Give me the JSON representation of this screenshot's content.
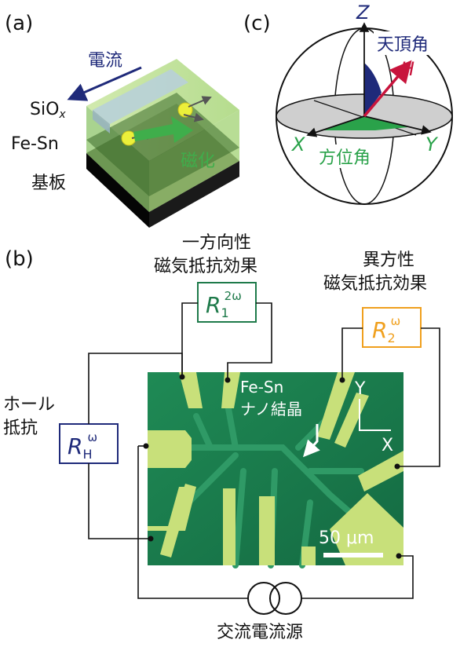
{
  "panels": {
    "a": {
      "label": "(a)",
      "current": "電流",
      "sio_x": "SiO",
      "sio_x_sub": "x",
      "fesn": "Fe-Sn",
      "substrate": "基板",
      "magnetization": "磁化"
    },
    "c": {
      "label": "(c)",
      "z": "Z",
      "x": "X",
      "y": "Y",
      "h": "H",
      "zenith": "天頂角",
      "azimuth": "方位角"
    },
    "b": {
      "label": "(b)",
      "umr_line1": "一方向性",
      "umr_line2": "磁気抵抗効果",
      "umr_sym": "R",
      "umr_sub": "1",
      "umr_sup": "2ω",
      "amr_line1": "異方性",
      "amr_line2": "磁気抵抗効果",
      "amr_sym": "R",
      "amr_sub": "2",
      "amr_sup": "ω",
      "hall_line1": "ホール",
      "hall_line2": "抵抗",
      "hall_sym": "R",
      "hall_sub": "H",
      "hall_sup": "ω",
      "crystal_line1": "Fe-Sn",
      "crystal_line2": "ナノ結晶",
      "axis_y": "Y",
      "axis_x": "X",
      "scale": "50 μm",
      "source": "交流電流源"
    }
  },
  "colors": {
    "navy": "#1f2a7a",
    "green_text": "#2f8f3f",
    "umr_green": "#1e7a4a",
    "amr_orange": "#f0a01e",
    "micro_bg": "#1c7a4e",
    "pad": "#c8e07a",
    "arrow_red": "#c8143c"
  }
}
